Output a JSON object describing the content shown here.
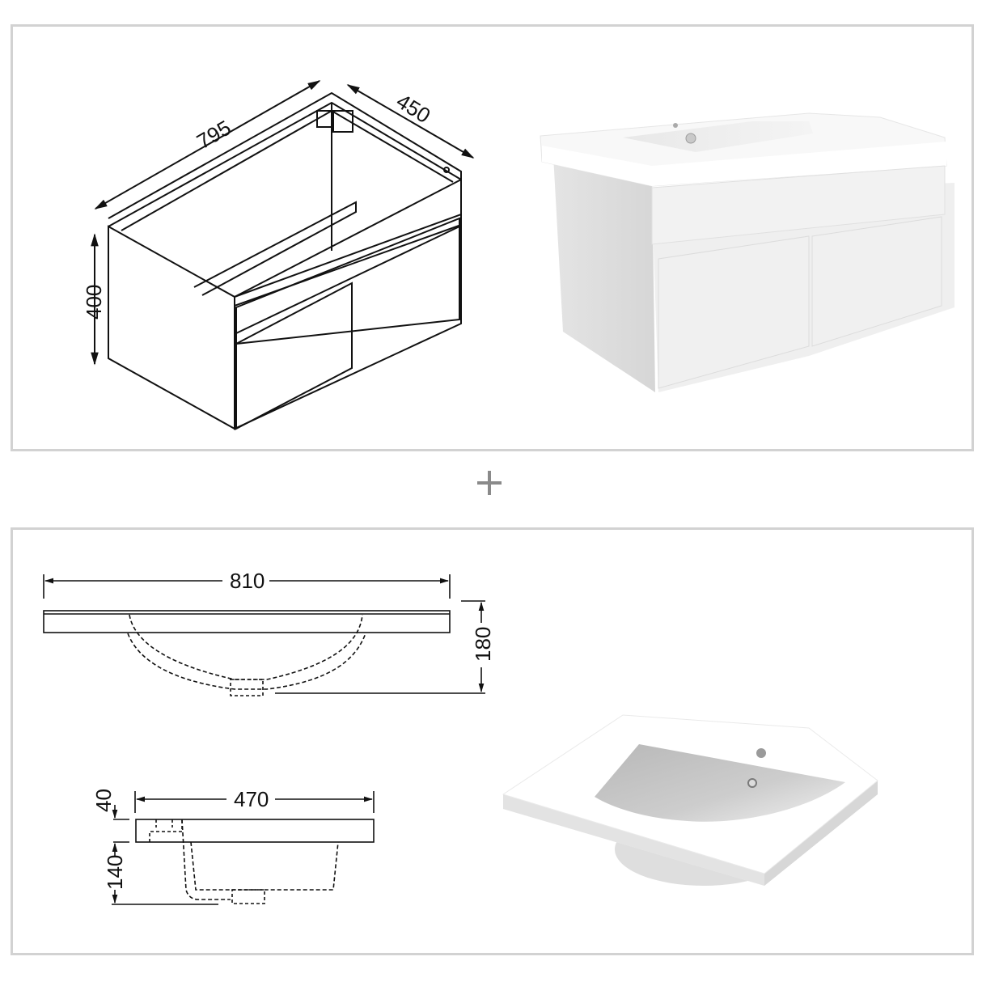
{
  "cabinet_drawing": {
    "width_label": "795",
    "depth_label": "450",
    "height_label": "400"
  },
  "cabinet_render": {
    "description": "White wall-hung vanity with basin top, two doors"
  },
  "separator": {
    "icon": "plus-icon"
  },
  "basin_front_drawing": {
    "width_label": "810",
    "height_label": "180"
  },
  "basin_side_drawing": {
    "depth_label": "470",
    "top_thickness_label": "40",
    "bowl_depth_label": "140"
  },
  "basin_render": {
    "description": "White rectangular basin top with integrated bowl and tap hole"
  },
  "colors": {
    "panel_border": "#d2d2d2",
    "line": "#111111",
    "plus": "#8a8a8a"
  }
}
